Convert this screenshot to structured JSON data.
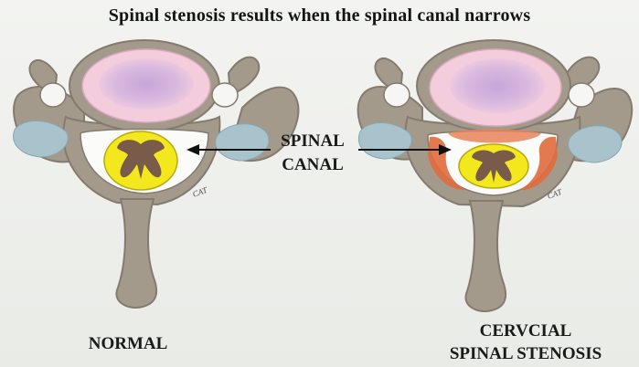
{
  "title": "Spinal stenosis results when the spinal canal narrows",
  "canal_label": [
    "SPINAL",
    "CANAL"
  ],
  "left_label": "NORMAL",
  "right_label": [
    "CERVCIAL",
    "SPINAL STENOSIS"
  ],
  "artist_mark": "CAT",
  "colors": {
    "bone": "#a39a8c",
    "bone_dark": "#847a6d",
    "disc": "#f4cddd",
    "disc_inner": "#c8a8da",
    "cord": "#f3e81e",
    "gray_matter": "#7a5a49",
    "ligament": "#e06b3c",
    "muscle": "#a9c3cd"
  }
}
